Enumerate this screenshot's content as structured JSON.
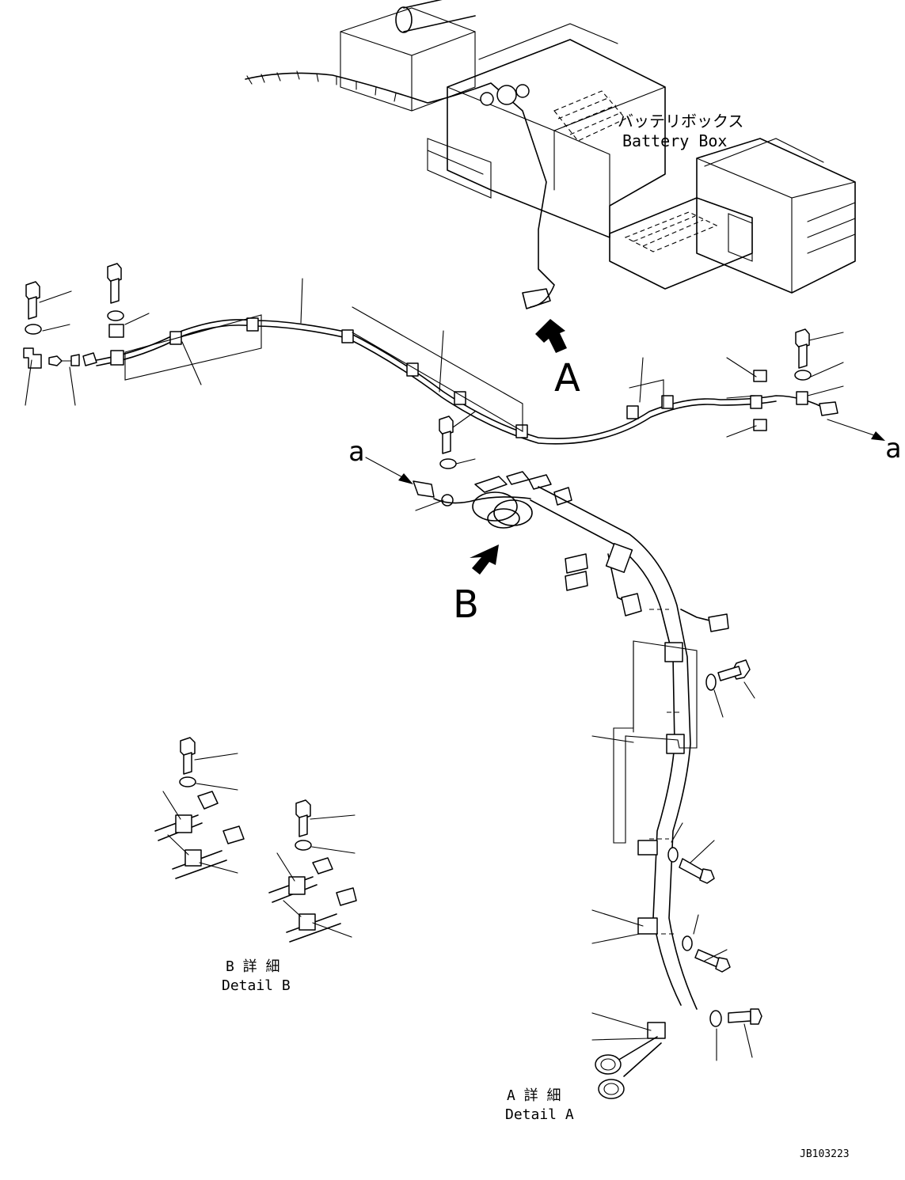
{
  "labels": {
    "battery_box_jp": "バッテリボックス",
    "battery_box_en": "Battery Box",
    "view_a": "A",
    "view_b": "B",
    "ref_a_left": "a",
    "ref_a_right": "a",
    "detail_b_jp": "B 詳 細",
    "detail_b_en": "Detail B",
    "detail_a_jp": "A 詳 細",
    "detail_a_en": "Detail A",
    "drawing_number": "JB103223"
  }
}
